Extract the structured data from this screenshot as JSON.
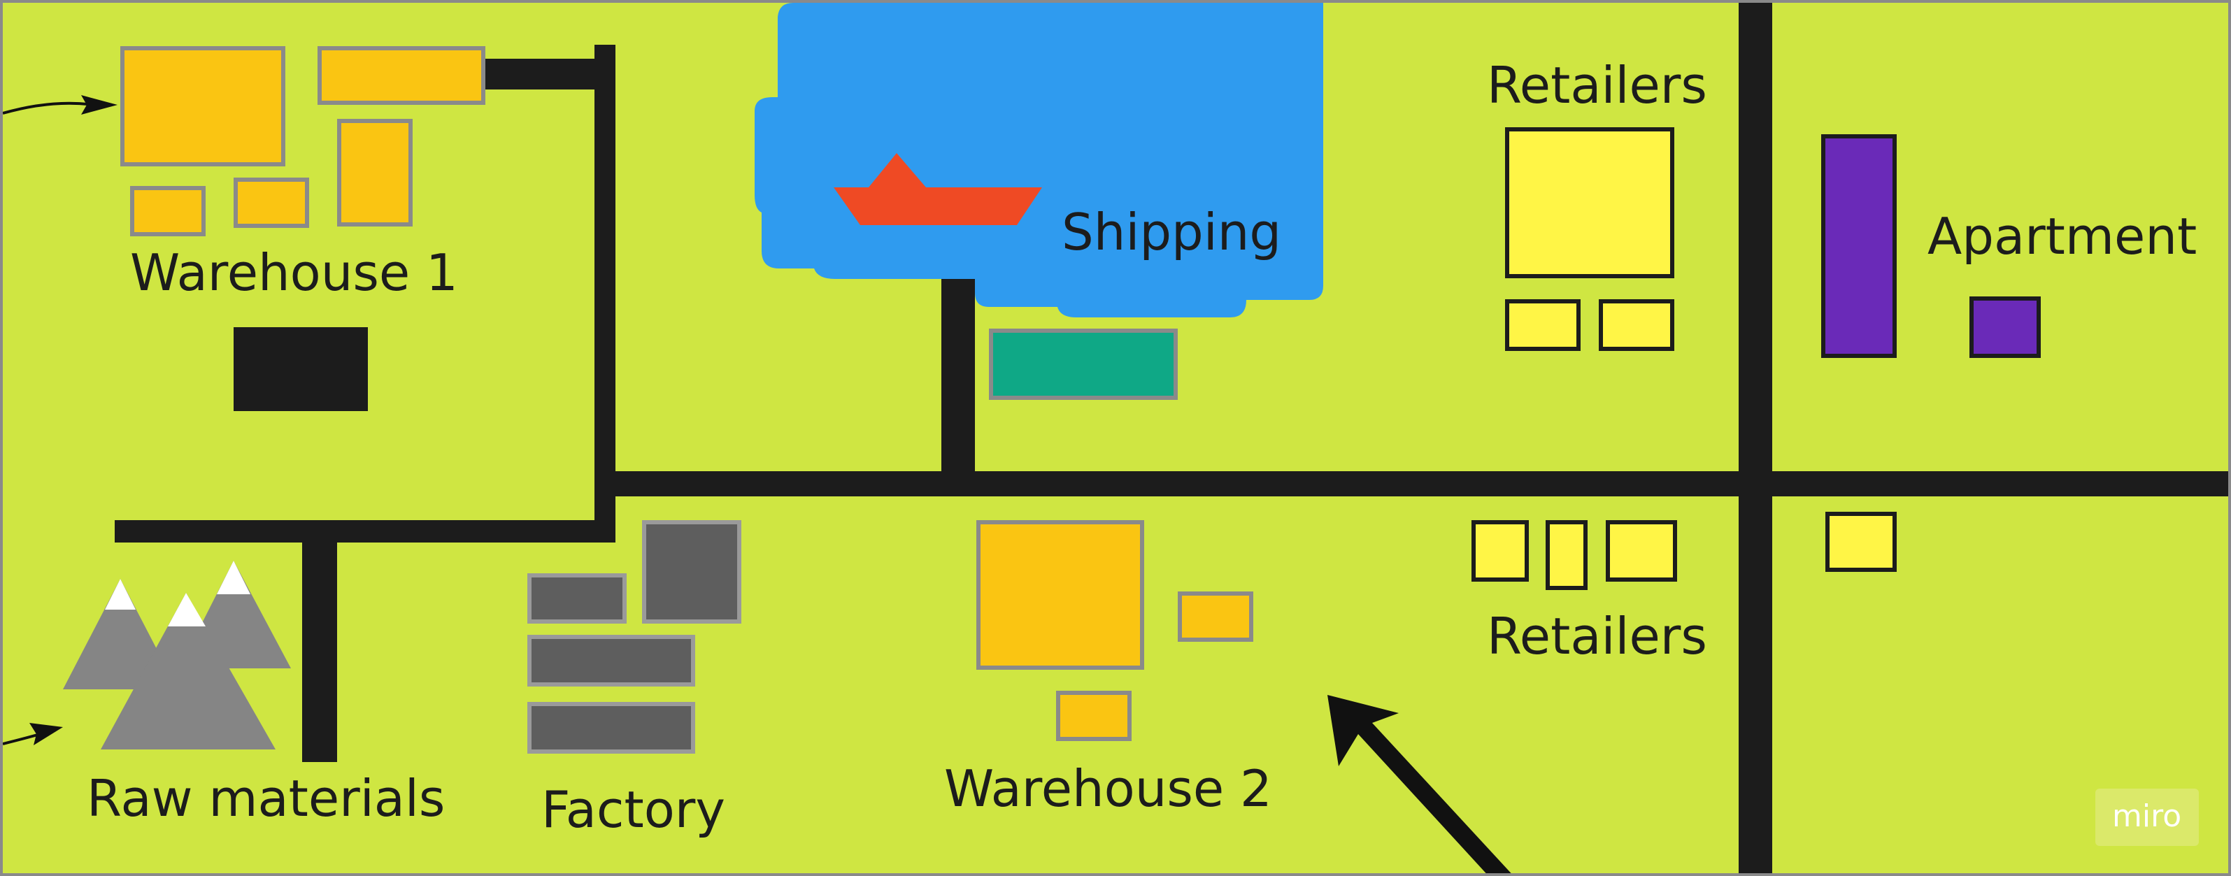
{
  "labels": {
    "warehouse1": "Warehouse 1",
    "shipping": "Shipping",
    "retailers_top": "Retailers",
    "apartment": "Apartment",
    "raw_materials": "Raw materials",
    "factory": "Factory",
    "warehouse2": "Warehouse 2",
    "retailers_bottom": "Retailers"
  },
  "watermark": "miro",
  "colors": {
    "background": "#cfe642",
    "road": "#1c1c1c",
    "warehouse": "#fac512",
    "factory": "#5e5e5e",
    "retailer": "#fff546",
    "apartment": "#6a2ab8",
    "water": "#2f9bef",
    "boat": "#ef4a24",
    "dock": "#0fa886",
    "mountain": "#858585"
  }
}
